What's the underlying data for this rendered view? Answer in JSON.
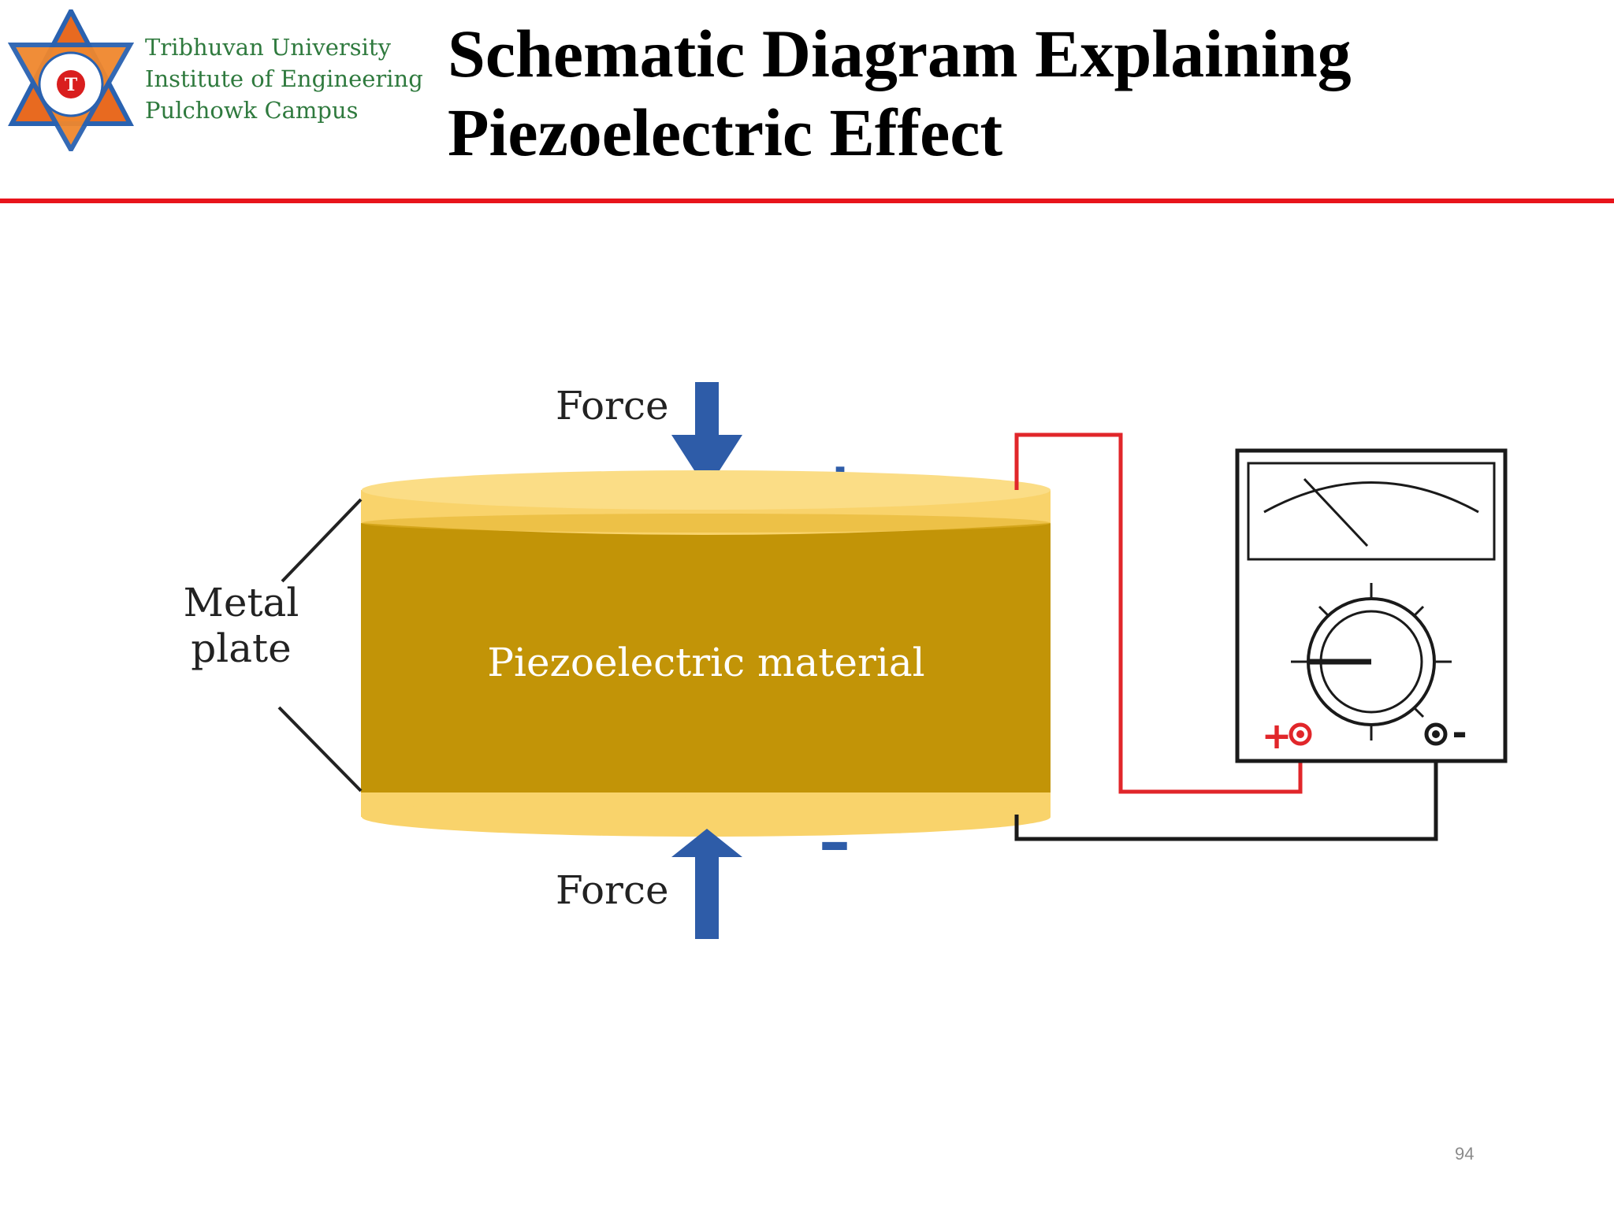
{
  "header": {
    "institution": [
      "Tribhuvan University",
      "Institute of Engineering",
      "Pulchowk Campus"
    ],
    "title_lines": [
      "Schematic Diagram Explaining",
      "Piezoelectric Effect"
    ]
  },
  "diagram": {
    "force_top": "Force",
    "force_bottom": "Force",
    "plate_label_lines": [
      "Metal",
      "plate"
    ],
    "material_label": "Piezoelectric material",
    "plus_sign": "+",
    "minus_sign": "–",
    "meter_plus": "+",
    "meter_minus": "-"
  },
  "colors": {
    "accent_rule": "#e8141b",
    "plate": "#f9d36b",
    "material": "#c29407",
    "arrow": "#2e5ca8",
    "wire_red": "#e1262a",
    "wire_black": "#1a1a1a",
    "institution_text": "#2f7a3e"
  },
  "icons": {
    "logo": "tribhuvan-university-emblem-icon",
    "meter": "voltmeter-icon"
  },
  "page_number": "94"
}
